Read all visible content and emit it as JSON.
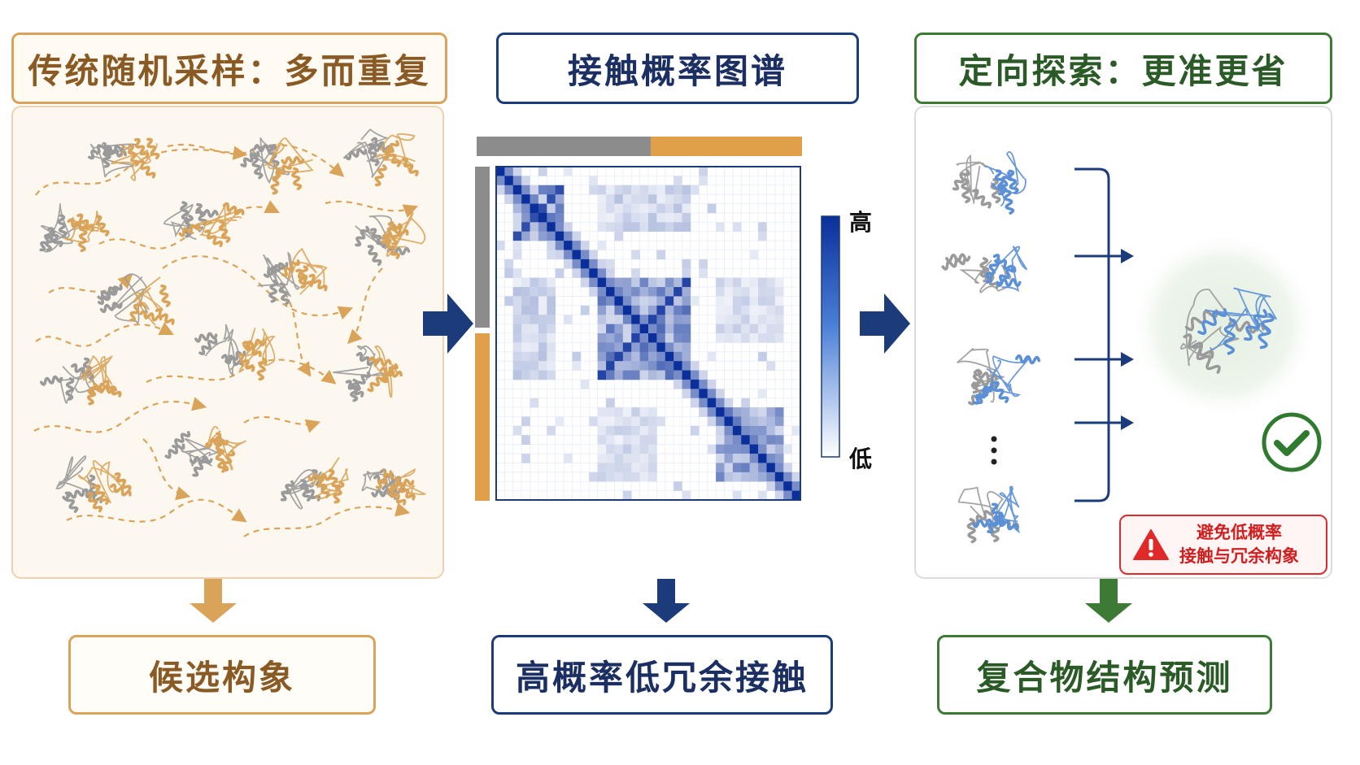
{
  "headers": {
    "left": "传统随机采样：多而重复",
    "center": "接触概率图谱",
    "right": "定向探索：更准更省"
  },
  "outputs": {
    "left": "候选构象",
    "center": "高概率低冗余接触",
    "right": "复合物结构预测"
  },
  "colorbar": {
    "high": "高",
    "low": "低"
  },
  "warning": {
    "line1": "避免低概率",
    "line2": "接触与冗余构象"
  },
  "icons": {
    "left_flow": "random-walk-arrows",
    "check": "check-circle-icon",
    "warning": "warning-triangle-icon"
  },
  "colors": {
    "orange": "#d9a45a",
    "gray_chain": "#9a9a9a",
    "blue_chain": "#5b8fd6",
    "navy": "#1b3b7a",
    "green": "#3d7a35",
    "red": "#e02a2a"
  }
}
